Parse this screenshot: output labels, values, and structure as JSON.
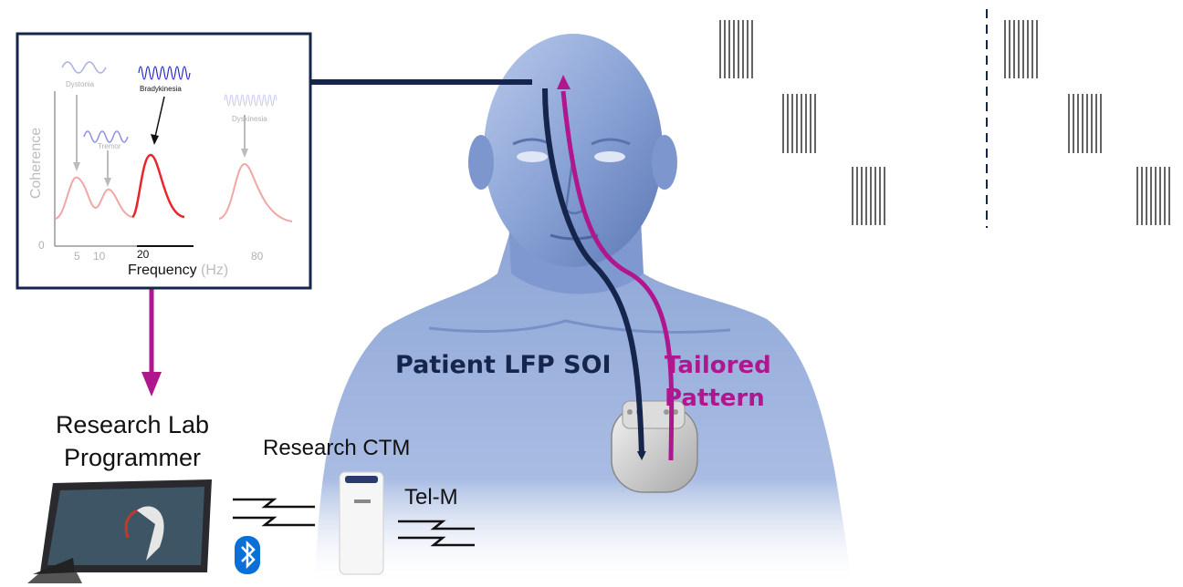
{
  "inset_chart": {
    "y_axis_label": "Coherence",
    "x_axis_label": "Frequency",
    "x_axis_unit": "(Hz)",
    "y_tick": "0",
    "x_ticks": [
      "5",
      "10",
      "20",
      "80"
    ],
    "annotations": {
      "dystonia": "Dystonia",
      "bradykinesia": "Bradykinesia",
      "tremor": "Tremor",
      "dyskinesia": "Dyskinesia"
    },
    "colors": {
      "highlight": "#e8262a",
      "faded": "#f2a6a6",
      "wave_highlight": "#2a2ad8",
      "wave_faded": "#aab0e8"
    }
  },
  "labels": {
    "research_lab": "Research Lab\nProgrammer",
    "research_ctm": "Research CTM",
    "tel_m": "Tel-M",
    "patient_lfp": "Patient LFP SOI",
    "tailored": "Tailored\nPattern"
  },
  "colors": {
    "navy": "#15254b",
    "magenta": "#b0178f",
    "bluetooth": "#0a6fd6",
    "body": "#7a95c9"
  },
  "icons": [
    "laptop-icon",
    "bluetooth-icon",
    "ctm-device-icon",
    "wireless-link-icon",
    "implant-device-icon"
  ]
}
